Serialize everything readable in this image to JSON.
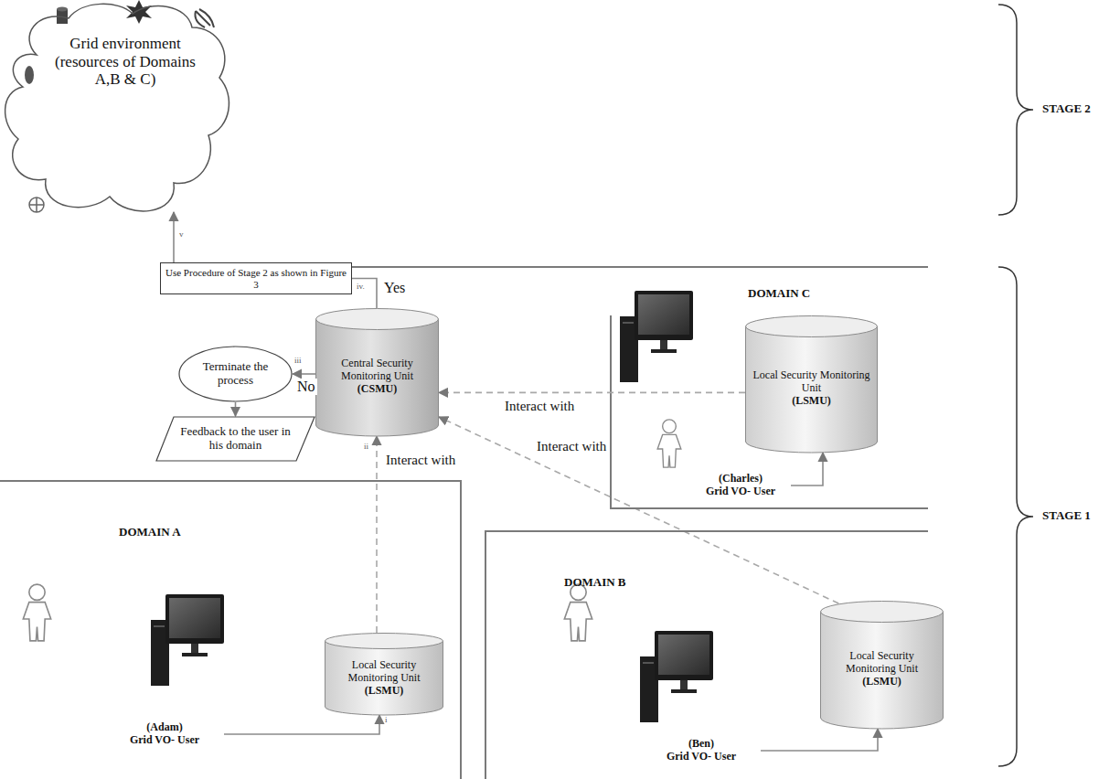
{
  "diagram": {
    "nodes": [
      {
        "text": [
          "Grid environment (resources of Domains A,B & C)"
        ]
      },
      {
        "text": [
          "Use Procedure of Stage 2 as shown in Figure 3"
        ]
      },
      {
        "text": [
          "DOMAIN C"
        ]
      },
      {
        "text": [
          "Central Security Monitoring Unit",
          "(CSMU)"
        ]
      },
      {
        "text": [
          "Local Security Monitoring Unit",
          "(LSMU)"
        ],
        "in": 2
      },
      {
        "text": [
          "Terminate the process"
        ]
      },
      {
        "text": [
          "(Charles)",
          "Grid VO- User"
        ],
        "in": 2
      },
      {
        "text": [
          "Feedback to the user in his domain"
        ]
      },
      {
        "text": [
          "DOMAIN A"
        ]
      },
      {
        "text": [
          "DOMAIN B"
        ]
      },
      {
        "text": [
          "(Adam)",
          "Grid VO- User"
        ],
        "in": 8
      },
      {
        "text": [
          "Local Security Monitoring Unit",
          "(LSMU)"
        ],
        "in": 8
      },
      {
        "text": [
          "Local Security Monitoring Unit",
          "(LSMU)"
        ],
        "in": 9
      },
      {
        "text": [
          "(Ben)",
          "Grid VO- User"
        ],
        "in": 9
      }
    ],
    "edges": [
      {
        "from": 1,
        "to": 0,
        "arrow": "to"
      },
      {
        "from": 3,
        "to": 1,
        "label": "Yes",
        "arrow": "none"
      },
      {
        "from": 3,
        "to": 5,
        "label": "No",
        "arrow": "to"
      },
      {
        "from": 5,
        "to": 7,
        "arrow": "to"
      },
      {
        "from": 11,
        "to": 3,
        "label": "Interact with",
        "arrow": "to"
      },
      {
        "from": 12,
        "to": 3,
        "label": "Interact with",
        "arrow": "to"
      },
      {
        "from": 4,
        "to": 3,
        "label": "Interact with",
        "arrow": "to"
      },
      {
        "from": 10,
        "to": 11,
        "arrow": "to"
      },
      {
        "from": 13,
        "to": 12,
        "arrow": "to"
      },
      {
        "from": 6,
        "to": 4,
        "arrow": "to"
      }
    ],
    "labels": [
      "STAGE 2",
      "STAGE 1",
      "v",
      "iv.",
      "iii",
      "ii",
      "i"
    ]
  }
}
